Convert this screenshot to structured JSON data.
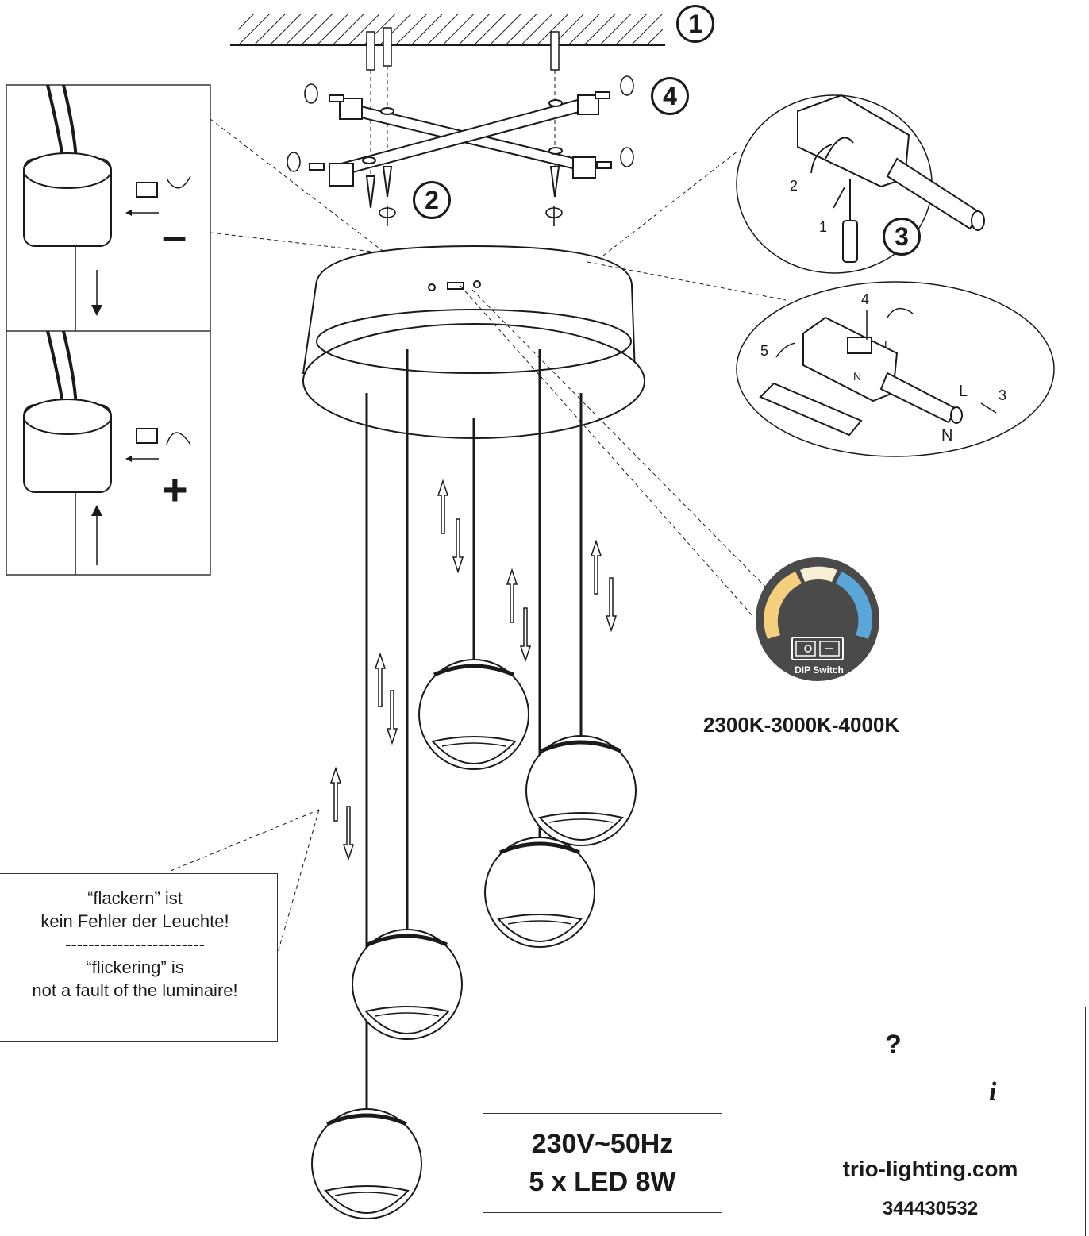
{
  "steps": {
    "s1": "1",
    "s2": "2",
    "s3": "3",
    "s4": "4"
  },
  "height_panel": {
    "minus": "–",
    "plus": "+"
  },
  "detail3": {
    "n1": "1",
    "n2": "2"
  },
  "detail_wiring": {
    "n4": "4",
    "n5": "5",
    "n3": "3",
    "L_top": "L",
    "N_mid": "N",
    "L_right": "L",
    "N_bottom": "N"
  },
  "dip": {
    "label": "DIP Switch",
    "colour_temps": "2300K-3000K-4000K"
  },
  "note": {
    "de_line1": "“flackern” ist",
    "de_line2": "kein Fehler der Leuchte!",
    "separator": "------------------------",
    "en_line1": "“flickering” is",
    "en_line2": "not a fault of the luminaire!"
  },
  "spec": {
    "voltage": "230V~50Hz",
    "led": "5 x LED 8W"
  },
  "support": {
    "website": "trio-lighting.com",
    "article_no": "344430532",
    "question_mark": "?",
    "info_mark": "i"
  },
  "colors": {
    "line": "#1a1a1a",
    "warm": "#f3cf7e",
    "neutral": "#f7efd3",
    "cool": "#5aa6d8",
    "badge": "#4a4a4a"
  }
}
